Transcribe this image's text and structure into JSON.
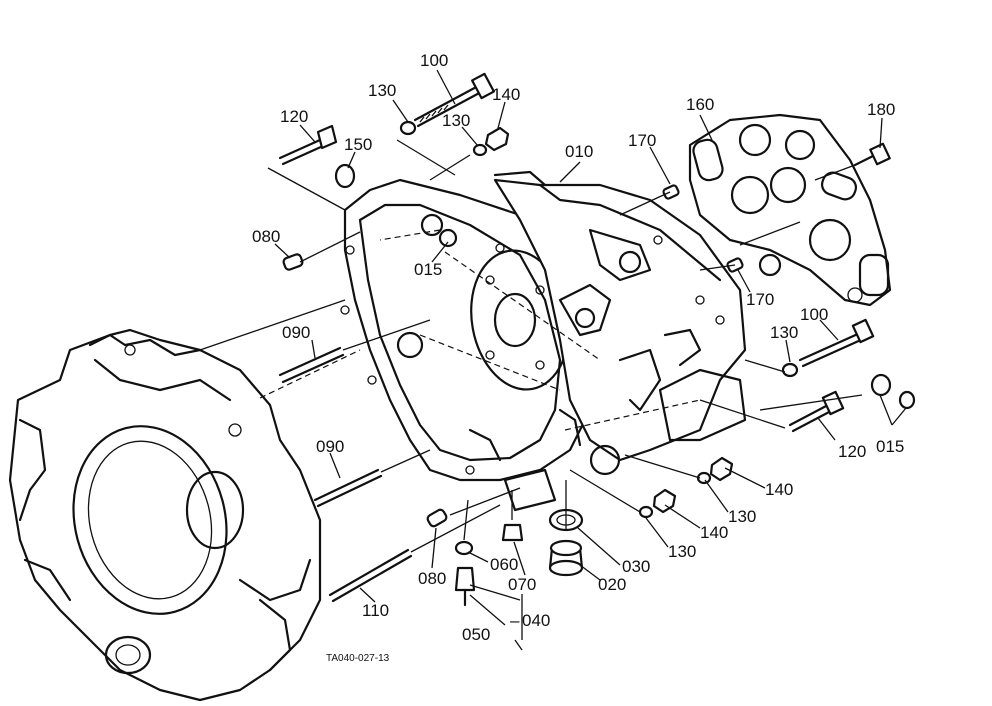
{
  "diagram_code": "TA040-027-13",
  "labels": [
    {
      "id": "lbl-100-top",
      "text": "100"
    },
    {
      "id": "lbl-130-top",
      "text": "130"
    },
    {
      "id": "lbl-140-top",
      "text": "140"
    },
    {
      "id": "lbl-130-top2",
      "text": "130"
    },
    {
      "id": "lbl-120-top",
      "text": "120"
    },
    {
      "id": "lbl-150",
      "text": "150"
    },
    {
      "id": "lbl-010",
      "text": "010"
    },
    {
      "id": "lbl-170-top",
      "text": "170"
    },
    {
      "id": "lbl-160",
      "text": "160"
    },
    {
      "id": "lbl-180",
      "text": "180"
    },
    {
      "id": "lbl-080-top",
      "text": "080"
    },
    {
      "id": "lbl-015-mid",
      "text": "015"
    },
    {
      "id": "lbl-170-mid",
      "text": "170"
    },
    {
      "id": "lbl-090-top",
      "text": "090"
    },
    {
      "id": "lbl-100-right",
      "text": "100"
    },
    {
      "id": "lbl-130-right",
      "text": "130"
    },
    {
      "id": "lbl-120-right",
      "text": "120"
    },
    {
      "id": "lbl-015-right",
      "text": "015"
    },
    {
      "id": "lbl-090-bot",
      "text": "090"
    },
    {
      "id": "lbl-140-right",
      "text": "140"
    },
    {
      "id": "lbl-130-r2",
      "text": "130"
    },
    {
      "id": "lbl-140-r2",
      "text": "140"
    },
    {
      "id": "lbl-130-r3",
      "text": "130"
    },
    {
      "id": "lbl-030",
      "text": "030"
    },
    {
      "id": "lbl-060",
      "text": "060"
    },
    {
      "id": "lbl-080-bot",
      "text": "080"
    },
    {
      "id": "lbl-070",
      "text": "070"
    },
    {
      "id": "lbl-020",
      "text": "020"
    },
    {
      "id": "lbl-110",
      "text": "110"
    },
    {
      "id": "lbl-040",
      "text": "040"
    },
    {
      "id": "lbl-050",
      "text": "050"
    }
  ]
}
